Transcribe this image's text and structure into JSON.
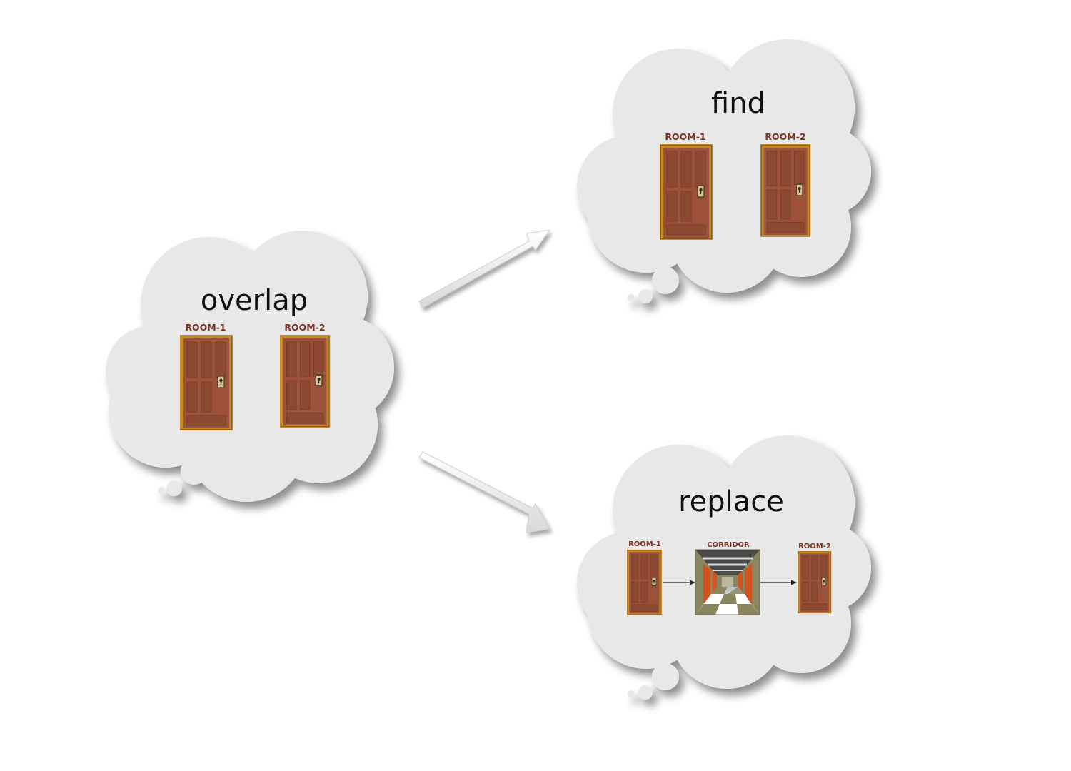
{
  "diagram": {
    "source": {
      "title": "overlap",
      "rooms": [
        "ROOM-1",
        "ROOM-2"
      ]
    },
    "targets": [
      {
        "id": "find",
        "title": "find",
        "rooms": [
          "ROOM-1",
          "ROOM-2"
        ]
      },
      {
        "id": "replace",
        "title": "replace",
        "rooms": [
          "ROOM-1",
          "ROOM-2"
        ],
        "corridor_label": "CORRIDOR"
      }
    ],
    "edges": [
      {
        "from": "overlap",
        "to": "find"
      },
      {
        "from": "overlap",
        "to": "replace"
      }
    ]
  },
  "colors": {
    "cloud_fill": "#e8e8e8",
    "cloud_shadow": "#b5b5b5",
    "door_fill": "#9c5239",
    "door_panel": "#8d4a33",
    "door_frame": "#c48a2a",
    "label": "#7a3526",
    "arrow": "#f2f2f2",
    "corridor_orange": "#d2531e",
    "corridor_olive": "#8a8660"
  }
}
